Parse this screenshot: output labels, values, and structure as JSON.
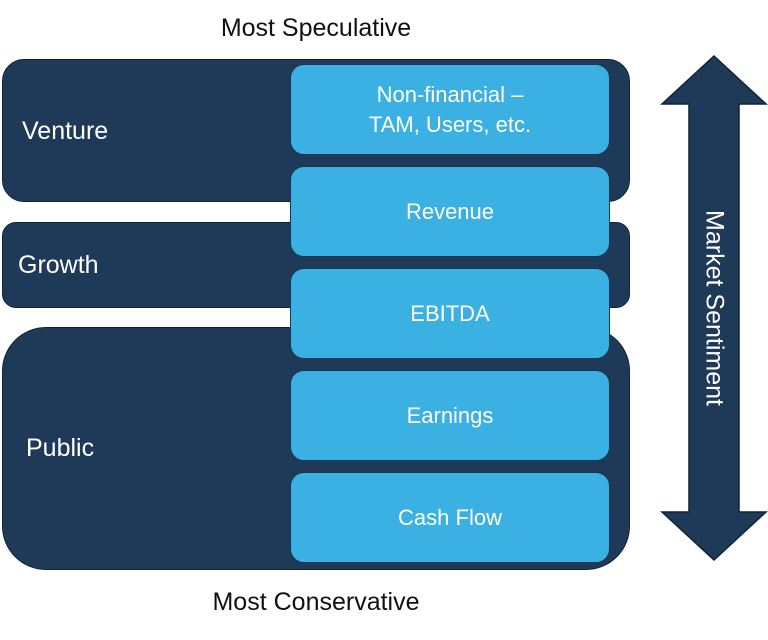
{
  "top_label": "Most Speculative",
  "bottom_label": "Most Conservative",
  "stages": [
    {
      "label": "Venture"
    },
    {
      "label": "Growth"
    },
    {
      "label": "Public"
    }
  ],
  "metrics": [
    {
      "line1": "Non-financial –",
      "line2": "TAM, Users, etc."
    },
    {
      "label": "Revenue"
    },
    {
      "label": "EBITDA"
    },
    {
      "label": "Earnings"
    },
    {
      "label": "Cash Flow"
    }
  ],
  "arrow_label": "Market Sentiment",
  "colors": {
    "stage_fill": "#1f3a58",
    "metric_fill": "#3ab1e2",
    "arrow_fill": "#1f3a58"
  },
  "icons": {
    "arrow": "double-headed-vertical-arrow"
  }
}
